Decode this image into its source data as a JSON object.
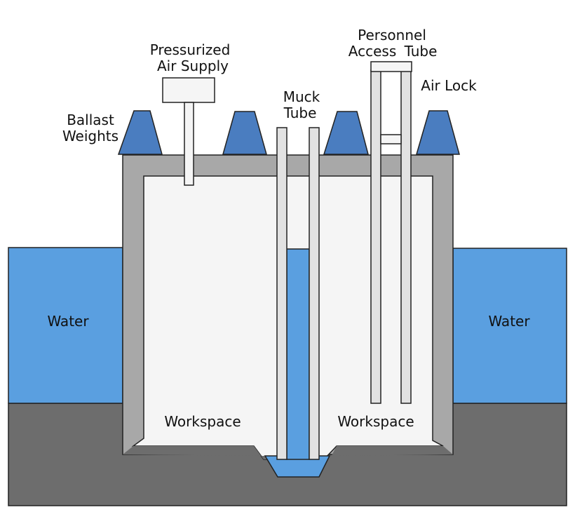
{
  "labels": {
    "pressurized_line1": "Pressurized",
    "pressurized_line2": "Air Supply",
    "personnel_line1": "Personnel",
    "personnel_access": "Access",
    "personnel_tube": "Tube",
    "muck_line1": "Muck",
    "muck_line2": "Tube",
    "air_lock": "Air Lock",
    "ballast_line1": "Ballast",
    "ballast_line2": "Weights",
    "water_left": "Water",
    "water_right": "Water",
    "workspace_left": "Workspace",
    "workspace_right": "Workspace"
  },
  "colors": {
    "water": "#5a9fe0",
    "ground": "#6d6d6d",
    "caisson_wall": "#a8a8a8",
    "interior": "#f5f5f5",
    "tube": "#e2e2e2",
    "ballast": "#4a7dc0",
    "outline": "#222222"
  }
}
